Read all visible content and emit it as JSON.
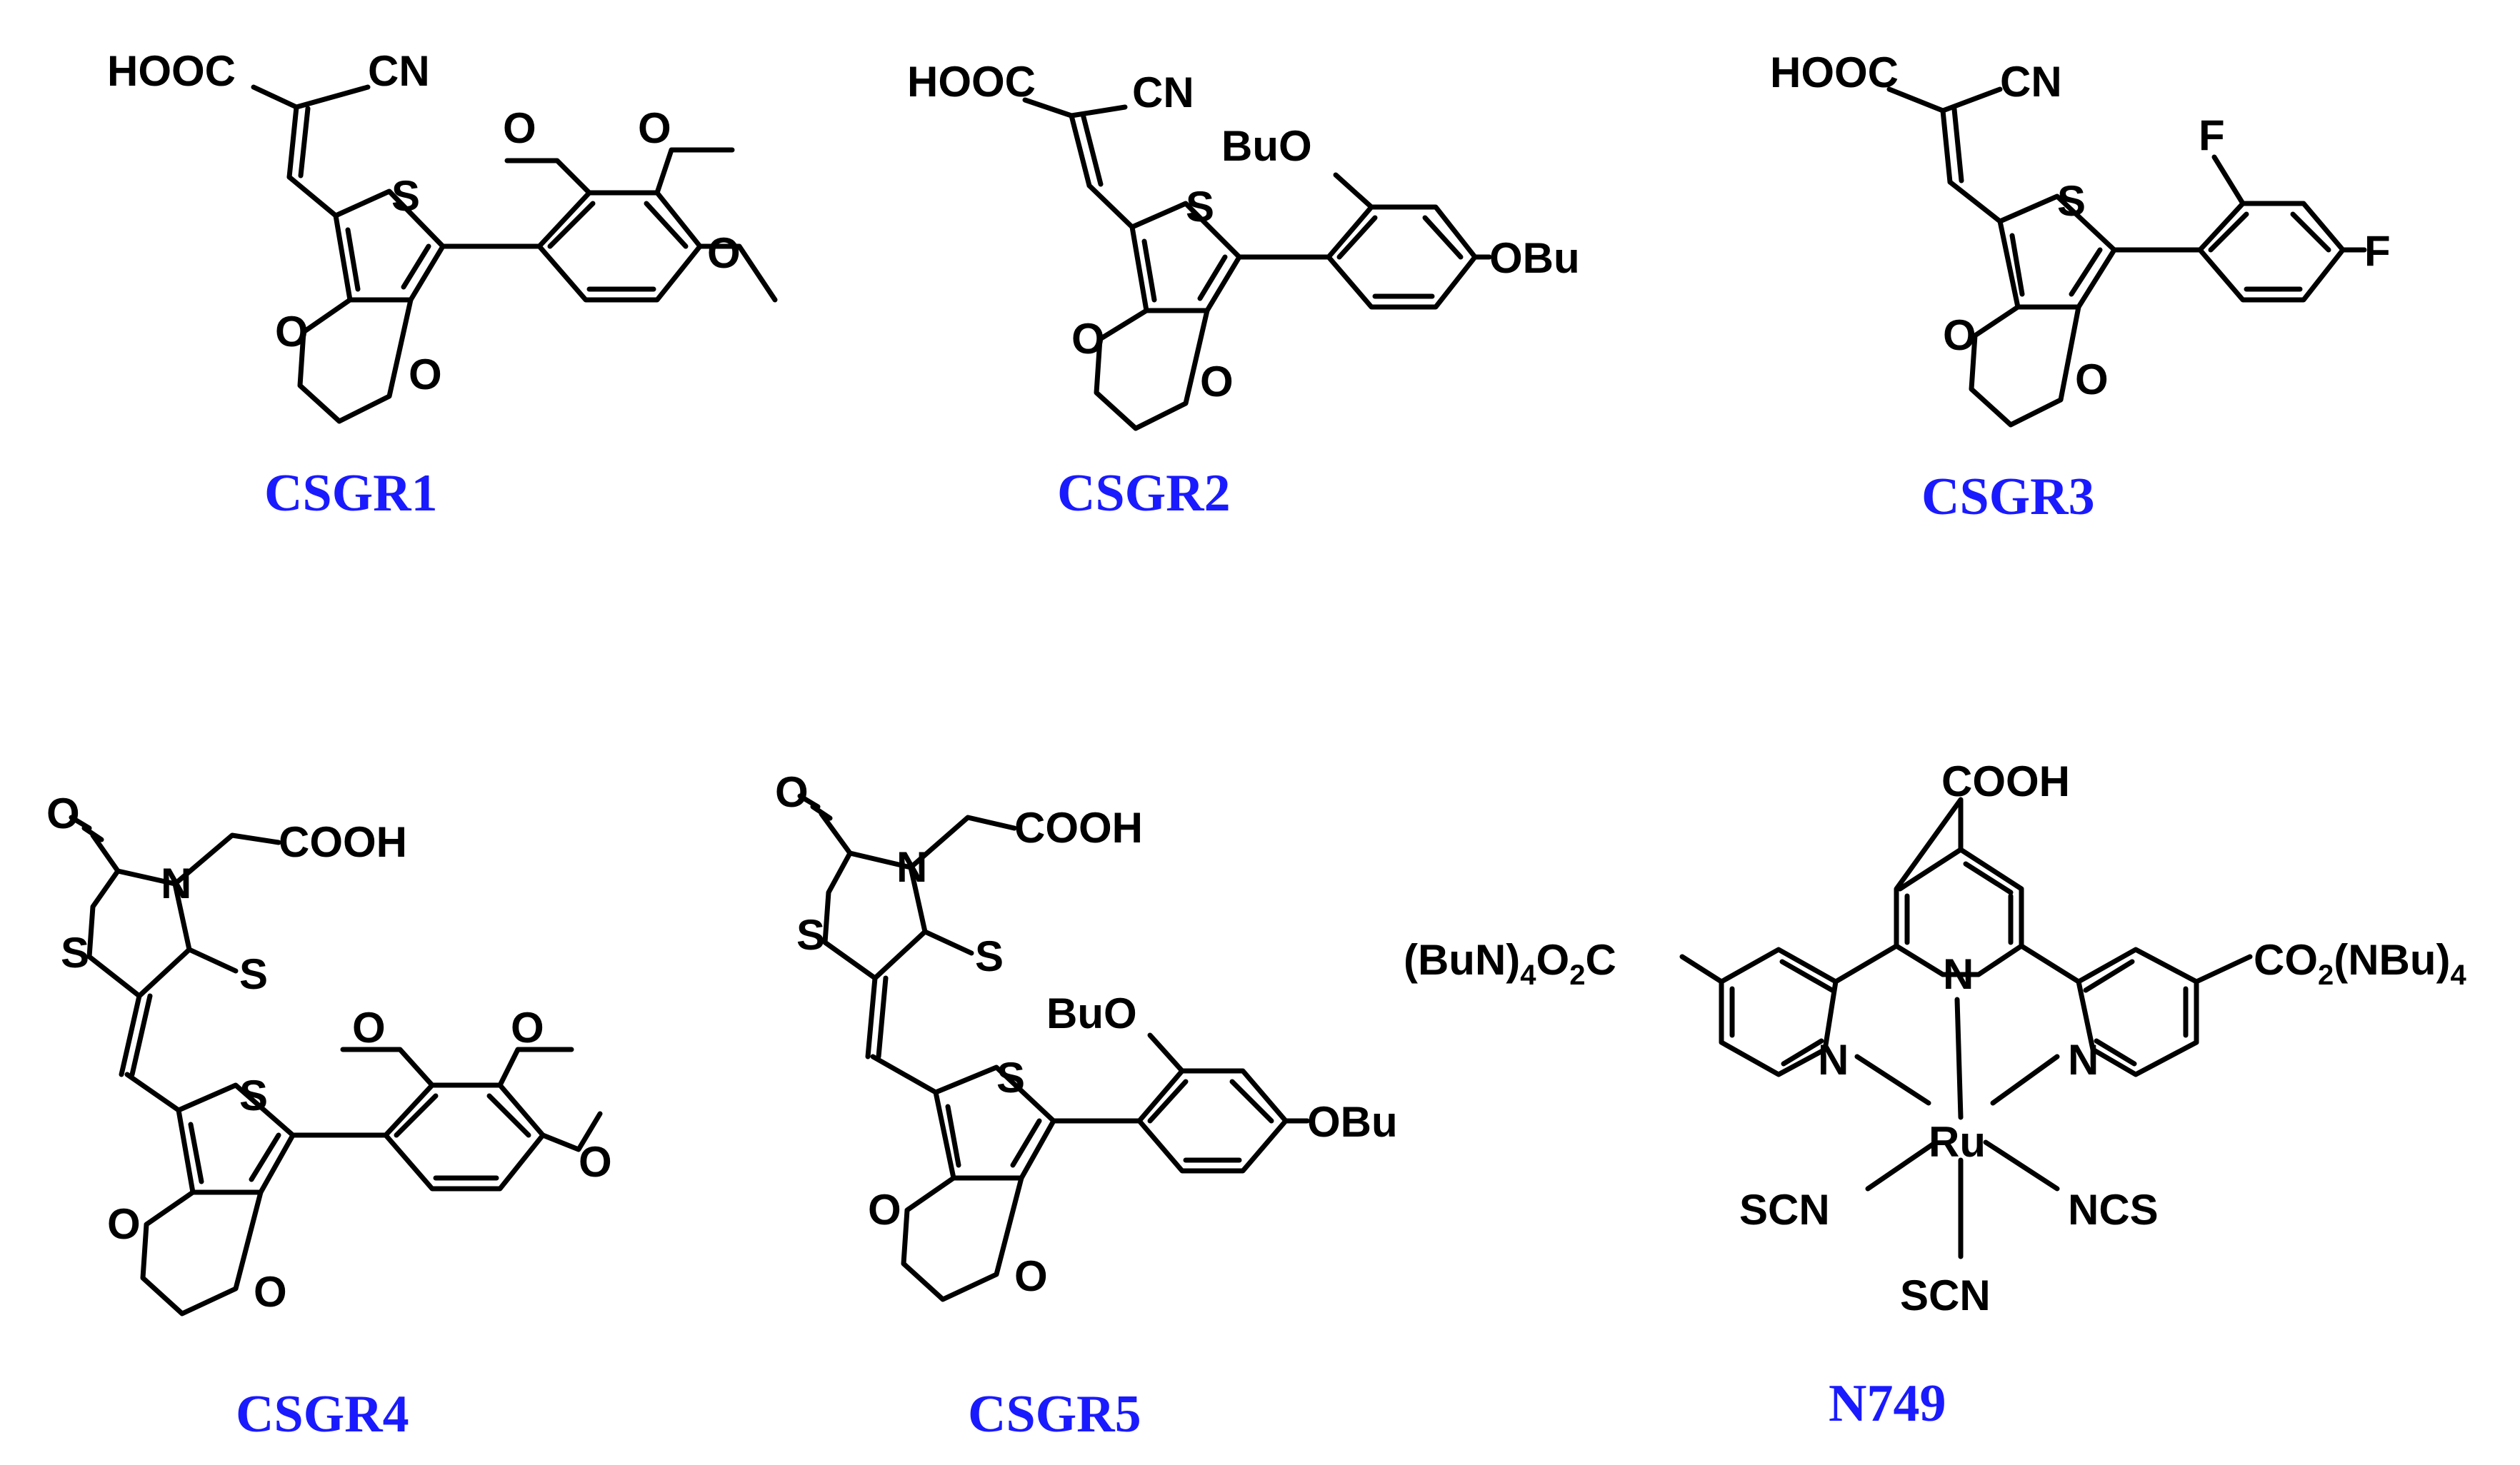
{
  "colors": {
    "caption": "#1a1aff",
    "structure": "#000000",
    "background": "#ffffff"
  },
  "captions": {
    "c1": "CSGR1",
    "c2": "CSGR2",
    "c3": "CSGR3",
    "c4": "CSGR4",
    "c5": "CSGR5",
    "c6": "N749"
  },
  "atoms": {
    "hooc": "HOOC",
    "cn": "CN",
    "s": "S",
    "o": "O",
    "n": "N",
    "f": "F",
    "buo": "BuO",
    "obu": "OBu",
    "cooh": "COOH",
    "ru": "Ru",
    "scn": "SCN",
    "ncs": "NCS",
    "left_ester_a": "(BuN)",
    "left_ester_b": "4",
    "left_ester_c": "O",
    "left_ester_d": "2",
    "left_ester_e": "C",
    "right_ester_a": "CO",
    "right_ester_b": "2",
    "right_ester_c": "(NBu)",
    "right_ester_d": "4"
  }
}
